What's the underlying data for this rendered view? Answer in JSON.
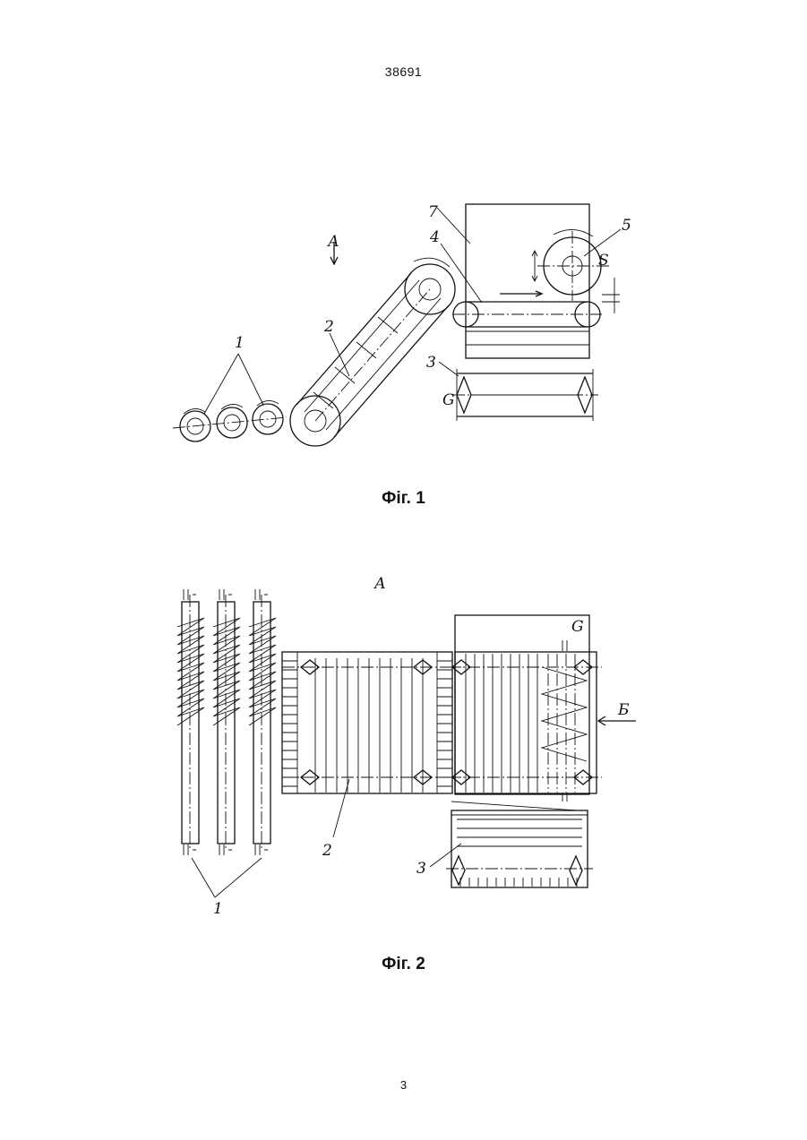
{
  "header": {
    "doc_number": "38691"
  },
  "figures": [
    {
      "caption": "Фіг. 1",
      "labels": {
        "view_mark": "А",
        "feed_rollers": "1",
        "conveyor": "2",
        "lower_conveyor": "3",
        "upper_belt": "4",
        "roller": "5",
        "frame": "7",
        "gap": "S",
        "rotation": "G"
      }
    },
    {
      "caption": "Фіг. 2",
      "labels": {
        "view_title": "А",
        "feed_rollers": "1",
        "conveyor": "2",
        "lower_conveyor": "3",
        "view_arrow": "Б",
        "rotation": "G"
      }
    }
  ],
  "footer": {
    "page_number": "3"
  }
}
